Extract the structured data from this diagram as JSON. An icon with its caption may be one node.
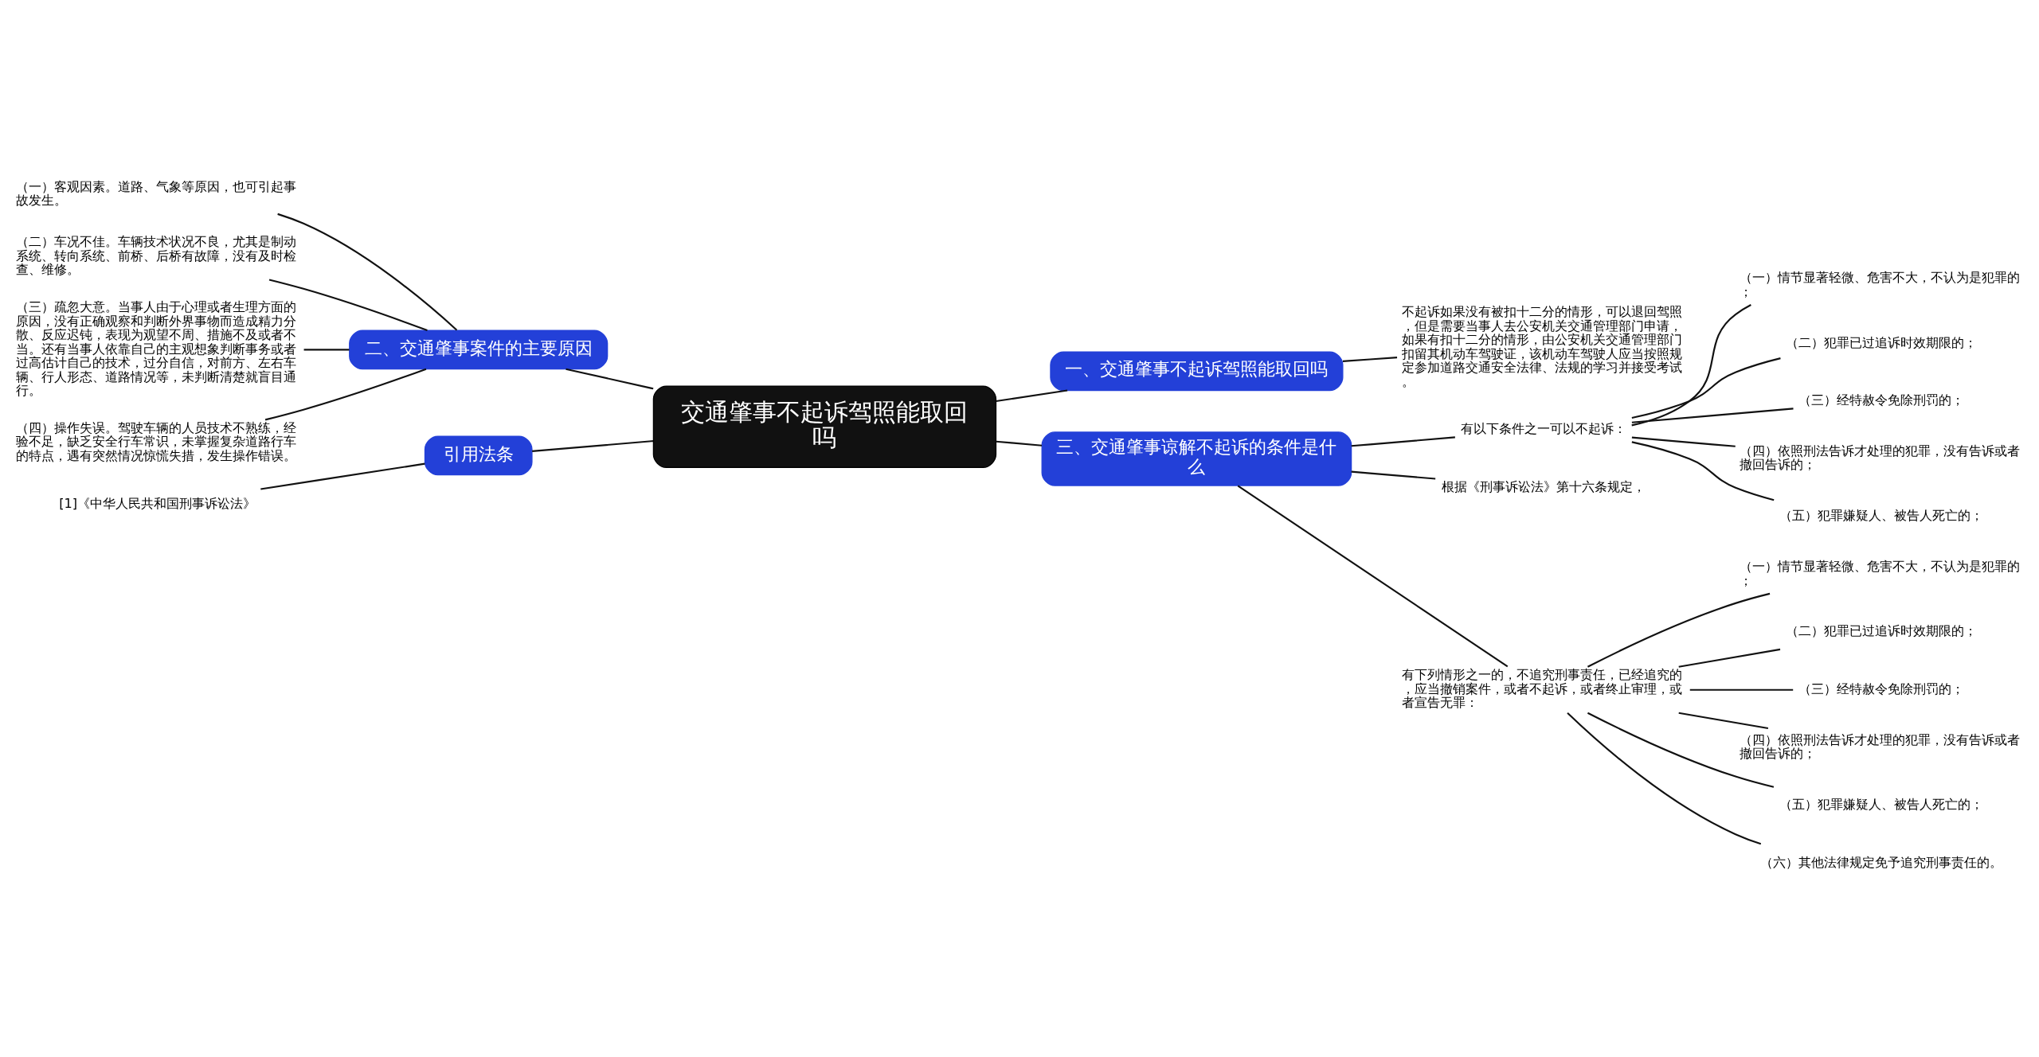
{
  "diagram": {
    "nodes": [
      {
        "text": [
          "交通肇事不起诉驾照能取回吗"
        ]
      },
      {
        "text": [
          "一、交通肇事不起诉驾照能取回吗"
        ]
      },
      {
        "text": [
          "不起诉如果没有被扣十二分的情形，可以退回驾照，但是需要当事人去公安机关交通管理部门申请，如果有扣十二分的情形，由公安机关交通管理部门扣留其机动车驾驶证，该机动车驾驶人应当按照规定参加道路交通安全法律、法规的学习并接受考试。"
        ]
      },
      {
        "text": [
          "二、交通肇事案件的主要原因"
        ]
      },
      {
        "text": [
          "（一）客观因素。道路、气象等原因，也可引起事故发生。"
        ]
      },
      {
        "text": [
          "（二）车况不佳。车辆技术状况不良，尤其是制动系统、转向系统、前桥、后桥有故障，没有及时检查、维修。"
        ]
      },
      {
        "text": [
          "（三）疏忽大意。当事人由于心理或者生理方面的原因，没有正确观察和判断外界事物而造成精力分散、反应迟钝，表现为观望不周、措施不及或者不当。还有当事人依靠自己的主观想象判断事务或者过高估计自己的技术，过分自信，对前方、左右车辆、行人形态、道路情况等，未判断清楚就盲目通行。"
        ]
      },
      {
        "text": [
          "（四）操作失误。驾驶车辆的人员技术不熟练，经验不足，缺乏安全行车常识，未掌握复杂道路行车的特点，遇有突然情况惊慌失措，发生操作错误。"
        ]
      },
      {
        "text": [
          "引用法条"
        ]
      },
      {
        "text": [
          "[1]《中华人民共和国刑事诉讼法》"
        ]
      },
      {
        "text": [
          "三、交通肇事谅解不起诉的条件是什么"
        ]
      },
      {
        "text": [
          "有以下条件之一可以不起诉："
        ]
      },
      {
        "text": [
          "（一）情节显著轻微、危害不大，不认为是犯罪的；"
        ]
      },
      {
        "text": [
          "（二）犯罪已过追诉时效期限的；"
        ]
      },
      {
        "text": [
          "（三）经特赦令免除刑罚的；"
        ]
      },
      {
        "text": [
          "（四）依照刑法告诉才处理的犯罪，没有告诉或者撤回告诉的；"
        ]
      },
      {
        "text": [
          "（五）犯罪嫌疑人、被告人死亡的；"
        ]
      },
      {
        "text": [
          "根据《刑事诉讼法》第十六条规定，"
        ]
      },
      {
        "text": [
          "有下列情形之一的，不追究刑事责任，已经追究的，应当撤销案件，或者不起诉，或者终止审理，或者宣告无罪："
        ]
      },
      {
        "text": [
          "（一）情节显著轻微、危害不大，不认为是犯罪的；"
        ]
      },
      {
        "text": [
          "（二）犯罪已过追诉时效期限的；"
        ]
      },
      {
        "text": [
          "（三）经特赦令免除刑罚的；"
        ]
      },
      {
        "text": [
          "（四）依照刑法告诉才处理的犯罪，没有告诉或者撤回告诉的；"
        ]
      },
      {
        "text": [
          "（五）犯罪嫌疑人、被告人死亡的；"
        ]
      },
      {
        "text": [
          "（六）其他法律规定免予追究刑事责任的。"
        ]
      }
    ],
    "edges": [
      {
        "from": 0,
        "to": 1,
        "arrow": "none"
      },
      {
        "from": 1,
        "to": 2,
        "arrow": "none"
      },
      {
        "from": 3,
        "to": 0,
        "arrow": "none"
      },
      {
        "from": 4,
        "to": 3,
        "arrow": "none"
      },
      {
        "from": 5,
        "to": 3,
        "arrow": "none"
      },
      {
        "from": 6,
        "to": 3,
        "arrow": "none"
      },
      {
        "from": 7,
        "to": 3,
        "arrow": "none"
      },
      {
        "from": 8,
        "to": 0,
        "arrow": "none"
      },
      {
        "from": 9,
        "to": 8,
        "arrow": "none"
      },
      {
        "from": 0,
        "to": 10,
        "arrow": "none"
      },
      {
        "from": 10,
        "to": 11,
        "arrow": "none"
      },
      {
        "from": 11,
        "to": 12,
        "arrow": "none"
      },
      {
        "from": 11,
        "to": 13,
        "arrow": "none"
      },
      {
        "from": 11,
        "to": 14,
        "arrow": "none"
      },
      {
        "from": 11,
        "to": 15,
        "arrow": "none"
      },
      {
        "from": 11,
        "to": 16,
        "arrow": "none"
      },
      {
        "from": 10,
        "to": 17,
        "arrow": "none"
      },
      {
        "from": 10,
        "to": 18,
        "arrow": "none"
      },
      {
        "from": 18,
        "to": 19,
        "arrow": "none"
      },
      {
        "from": 18,
        "to": 20,
        "arrow": "none"
      },
      {
        "from": 18,
        "to": 21,
        "arrow": "none"
      },
      {
        "from": 18,
        "to": 22,
        "arrow": "none"
      },
      {
        "from": 18,
        "to": 23,
        "arrow": "none"
      },
      {
        "from": 18,
        "to": 24,
        "arrow": "none"
      }
    ]
  }
}
